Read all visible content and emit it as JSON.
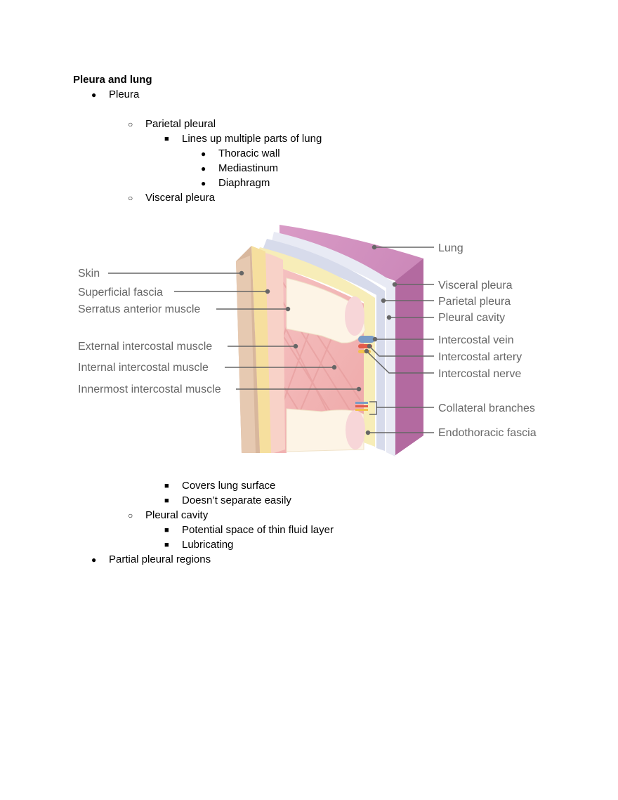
{
  "title": "Pleura and lung",
  "outline": [
    {
      "level": 1,
      "bullet": "●",
      "text": "Pleura"
    },
    {
      "level": 2,
      "bullet": "○",
      "text": "Parietal pleural"
    },
    {
      "level": 3,
      "bullet": "■",
      "text": "Lines up multiple parts of lung"
    },
    {
      "level": 4,
      "bullet": "●",
      "text": "Thoracic wall"
    },
    {
      "level": 4,
      "bullet": "●",
      "text": "Mediastinum"
    },
    {
      "level": 4,
      "bullet": "●",
      "text": "Diaphragm"
    },
    {
      "level": 2,
      "bullet": "○",
      "text": "Visceral pleura"
    },
    {
      "level": 3,
      "bullet": "■",
      "text": "Covers lung surface"
    },
    {
      "level": 3,
      "bullet": "■",
      "text": "Doesn’t separate easily"
    },
    {
      "level": 2,
      "bullet": "○",
      "text": "Pleural cavity"
    },
    {
      "level": 3,
      "bullet": "■",
      "text": "Potential space of thin fluid layer"
    },
    {
      "level": 3,
      "bullet": "■",
      "text": "Lubricating"
    },
    {
      "level": 1,
      "bullet": "●",
      "text": "Partial pleural regions"
    }
  ],
  "figure": {
    "labels_left": [
      "Skin",
      "Superficial fascia",
      "Serratus anterior muscle",
      "External intercostal muscle",
      "Internal intercostal muscle",
      "Innermost intercostal muscle"
    ],
    "labels_right": [
      "Lung",
      "Visceral pleura",
      "Parietal pleura",
      "Pleural cavity",
      "Intercostal vein",
      "Intercostal artery",
      "Intercostal nerve",
      "Collateral branches",
      "Endothoracic fascia"
    ]
  }
}
